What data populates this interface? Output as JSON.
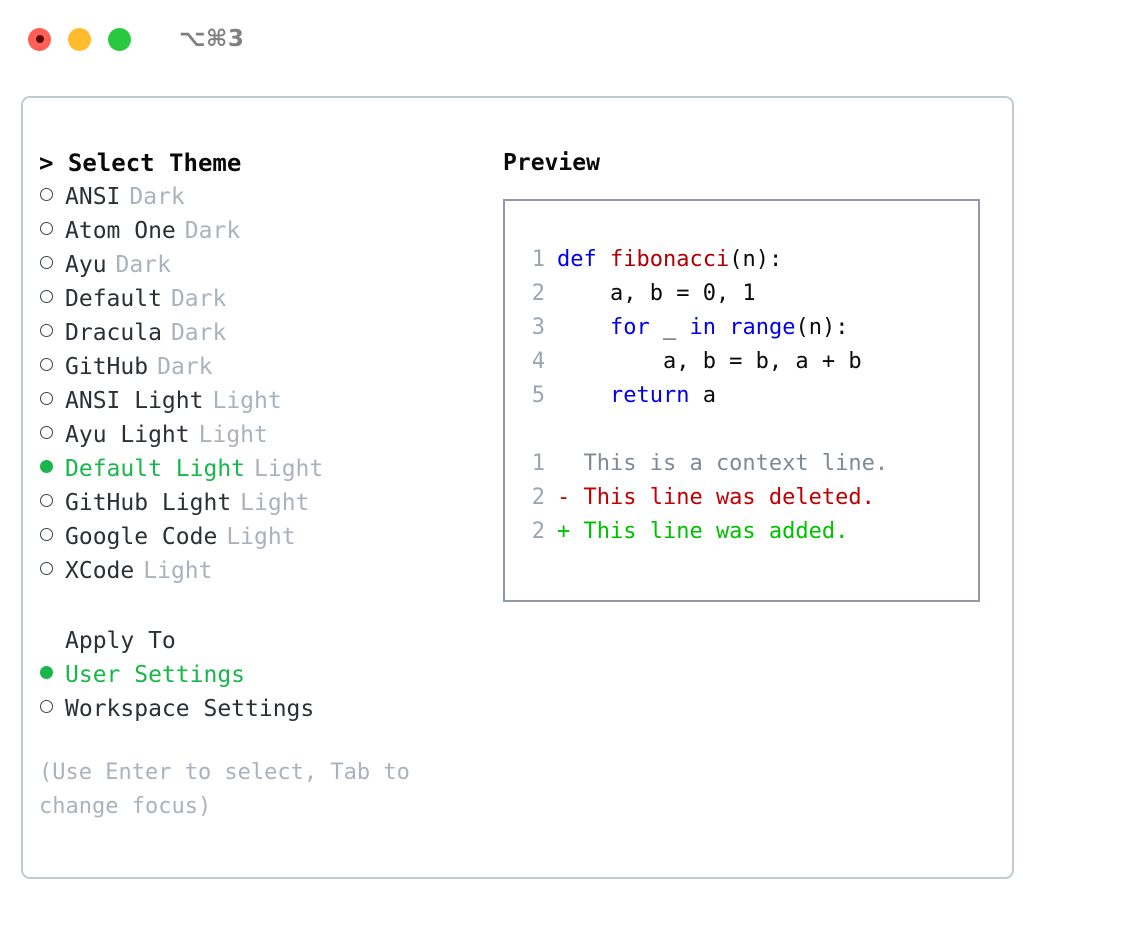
{
  "titlebar": {
    "shortcut": "⌥⌘3",
    "lights": [
      {
        "name": "close",
        "color": "#ff5f57"
      },
      {
        "name": "minimize",
        "color": "#febc2e"
      },
      {
        "name": "maximize",
        "color": "#28c840"
      }
    ]
  },
  "theme_panel": {
    "title": "> Select Theme",
    "items": [
      {
        "label": "ANSI",
        "badge": "Dark",
        "selected": false
      },
      {
        "label": "Atom One",
        "badge": "Dark",
        "selected": false
      },
      {
        "label": "Ayu",
        "badge": "Dark",
        "selected": false
      },
      {
        "label": "Default",
        "badge": "Dark",
        "selected": false
      },
      {
        "label": "Dracula",
        "badge": "Dark",
        "selected": false
      },
      {
        "label": "GitHub",
        "badge": "Dark",
        "selected": false
      },
      {
        "label": "ANSI Light",
        "badge": "Light",
        "selected": false
      },
      {
        "label": "Ayu Light",
        "badge": "Light",
        "selected": false
      },
      {
        "label": "Default Light",
        "badge": "Light",
        "selected": true
      },
      {
        "label": "GitHub Light",
        "badge": "Light",
        "selected": false
      },
      {
        "label": "Google Code",
        "badge": "Light",
        "selected": false
      },
      {
        "label": "XCode",
        "badge": "Light",
        "selected": false
      }
    ]
  },
  "apply_to": {
    "label": "Apply To",
    "options": [
      {
        "label": "User Settings",
        "selected": true
      },
      {
        "label": "Workspace Settings",
        "selected": false
      }
    ]
  },
  "hint": "(Use Enter to select, Tab to change focus)",
  "preview": {
    "title": "Preview",
    "code_lines": [
      {
        "no": "1",
        "tokens": [
          {
            "text": "def ",
            "type": "kw"
          },
          {
            "text": "fibonacci",
            "type": "fn"
          },
          {
            "text": "(n):",
            "type": "plain"
          }
        ]
      },
      {
        "no": "2",
        "tokens": [
          {
            "text": "    a, b = 0, 1",
            "type": "plain"
          }
        ]
      },
      {
        "no": "3",
        "tokens": [
          {
            "text": "    ",
            "type": "plain"
          },
          {
            "text": "for",
            "type": "kw"
          },
          {
            "text": " _ ",
            "type": "plain"
          },
          {
            "text": "in",
            "type": "kw"
          },
          {
            "text": " ",
            "type": "plain"
          },
          {
            "text": "range",
            "type": "kw"
          },
          {
            "text": "(n):",
            "type": "plain"
          }
        ]
      },
      {
        "no": "4",
        "tokens": [
          {
            "text": "        a, b = b, a + b",
            "type": "plain"
          }
        ]
      },
      {
        "no": "5",
        "tokens": [
          {
            "text": "    ",
            "type": "plain"
          },
          {
            "text": "return",
            "type": "kw"
          },
          {
            "text": " a",
            "type": "plain"
          }
        ]
      }
    ],
    "diff_lines": [
      {
        "no": "1",
        "marker": " ",
        "text": "  This is a context line.",
        "type": "ctx"
      },
      {
        "no": "2",
        "marker": "-",
        "text": "- This line was deleted.",
        "type": "del"
      },
      {
        "no": "2",
        "marker": "+",
        "text": "+ This line was added.",
        "type": "add"
      }
    ]
  },
  "colors": {
    "accent_green": "#19b74b",
    "diff_add": "#00c000",
    "diff_del": "#c20000",
    "keyword": "#0000ee",
    "function": "#b00000",
    "muted": "#aab2bd",
    "linenumber": "#9aa5b1",
    "border": "#8e9aab",
    "window_border": "#c3c9d4"
  }
}
